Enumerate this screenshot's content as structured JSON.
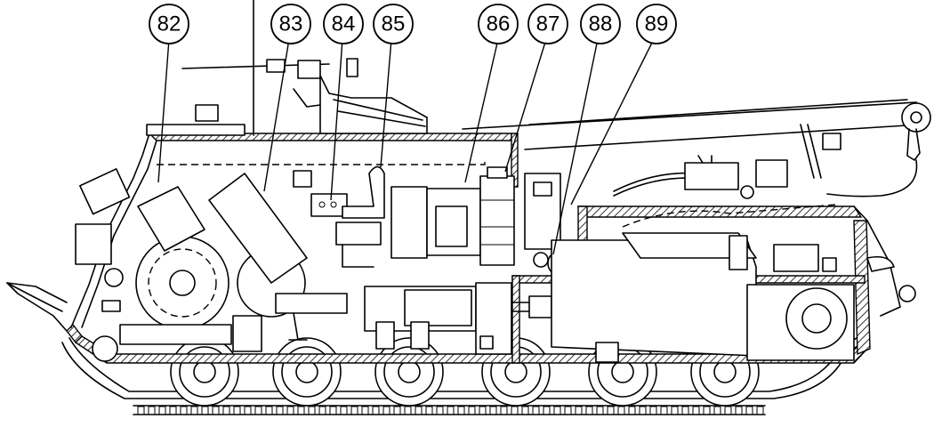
{
  "callouts": [
    {
      "id": "82",
      "label": "82"
    },
    {
      "id": "83",
      "label": "83"
    },
    {
      "id": "84",
      "label": "84"
    },
    {
      "id": "85",
      "label": "85"
    },
    {
      "id": "86",
      "label": "86"
    },
    {
      "id": "87",
      "label": "87"
    },
    {
      "id": "88",
      "label": "88"
    },
    {
      "id": "89",
      "label": "89"
    }
  ]
}
